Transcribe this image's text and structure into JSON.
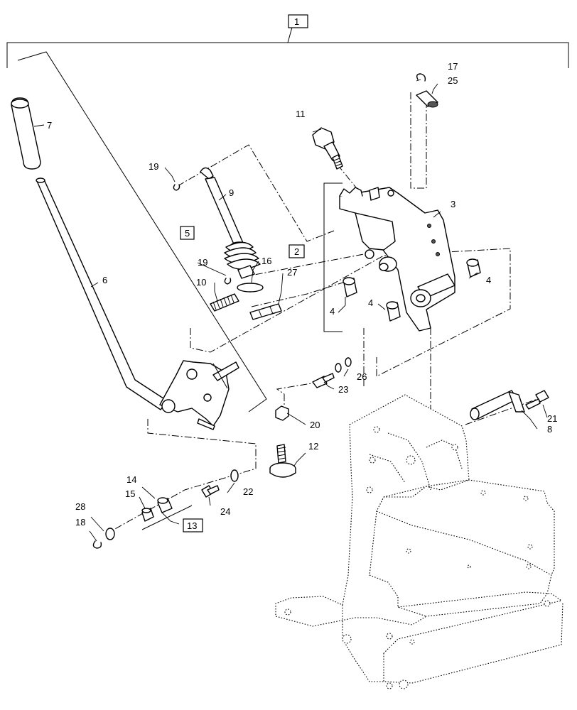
{
  "callouts": {
    "c1": "1",
    "c2": "2",
    "c3": "3",
    "c4a": "4",
    "c4b": "4",
    "c4c": "4",
    "c5": "5",
    "c6": "6",
    "c7": "7",
    "c8": "8",
    "c9": "9",
    "c10": "10",
    "c11": "11",
    "c12": "12",
    "c13": "13",
    "c14": "14",
    "c15": "15",
    "c16": "16",
    "c17": "17",
    "c18": "18",
    "c19a": "19",
    "c19b": "19",
    "c20": "20",
    "c21": "21",
    "c22": "22",
    "c23": "23",
    "c24": "24",
    "c25": "25",
    "c26": "26",
    "c27": "27",
    "c28": "28"
  }
}
